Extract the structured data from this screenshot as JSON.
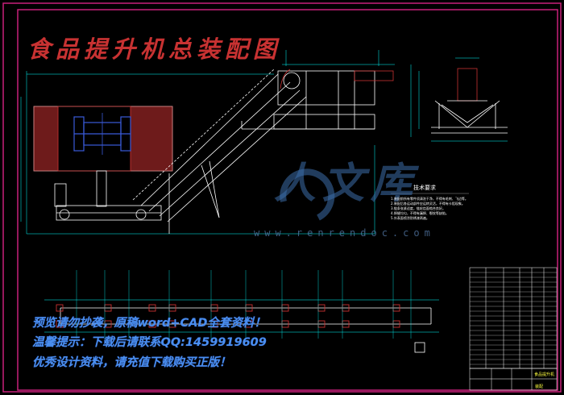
{
  "drawing": {
    "title": "食品提升机总装配图",
    "watermark_text": "人文库",
    "watermark_url": "www.renrendoc.com",
    "tech_notes_title": "技术要求",
    "tech_notes": [
      "1.装配前所有零件须清洗干净，不得有毛刺、飞边等。",
      "2.装配后各运动部件应运转灵活，不得有卡阻现象。",
      "3.链条张紧适度，链轮齿面啮合良好。",
      "4.焊缝均匀，不得有漏焊、裂纹等缺陷。",
      "5.外表面喷涂防锈漆两遍。"
    ],
    "promo_lines": [
      "预览请勿抄袭，原稿word+CAD全套资料！",
      "温馨提示：下载后请联系QQ:1459919609",
      "优秀设计资料，请充值下载购买正版！"
    ],
    "title_block": {
      "name": "食品提升机",
      "code": "装配"
    }
  },
  "colors": {
    "background": "#000000",
    "border": "#c8207a",
    "lines": "#ffffff",
    "dimension": "#00ffff",
    "accent_red": "#c83232",
    "accent_blue": "#3a5ad8",
    "promo": "#4a8ff0",
    "title_block_text": "#ffff40"
  }
}
